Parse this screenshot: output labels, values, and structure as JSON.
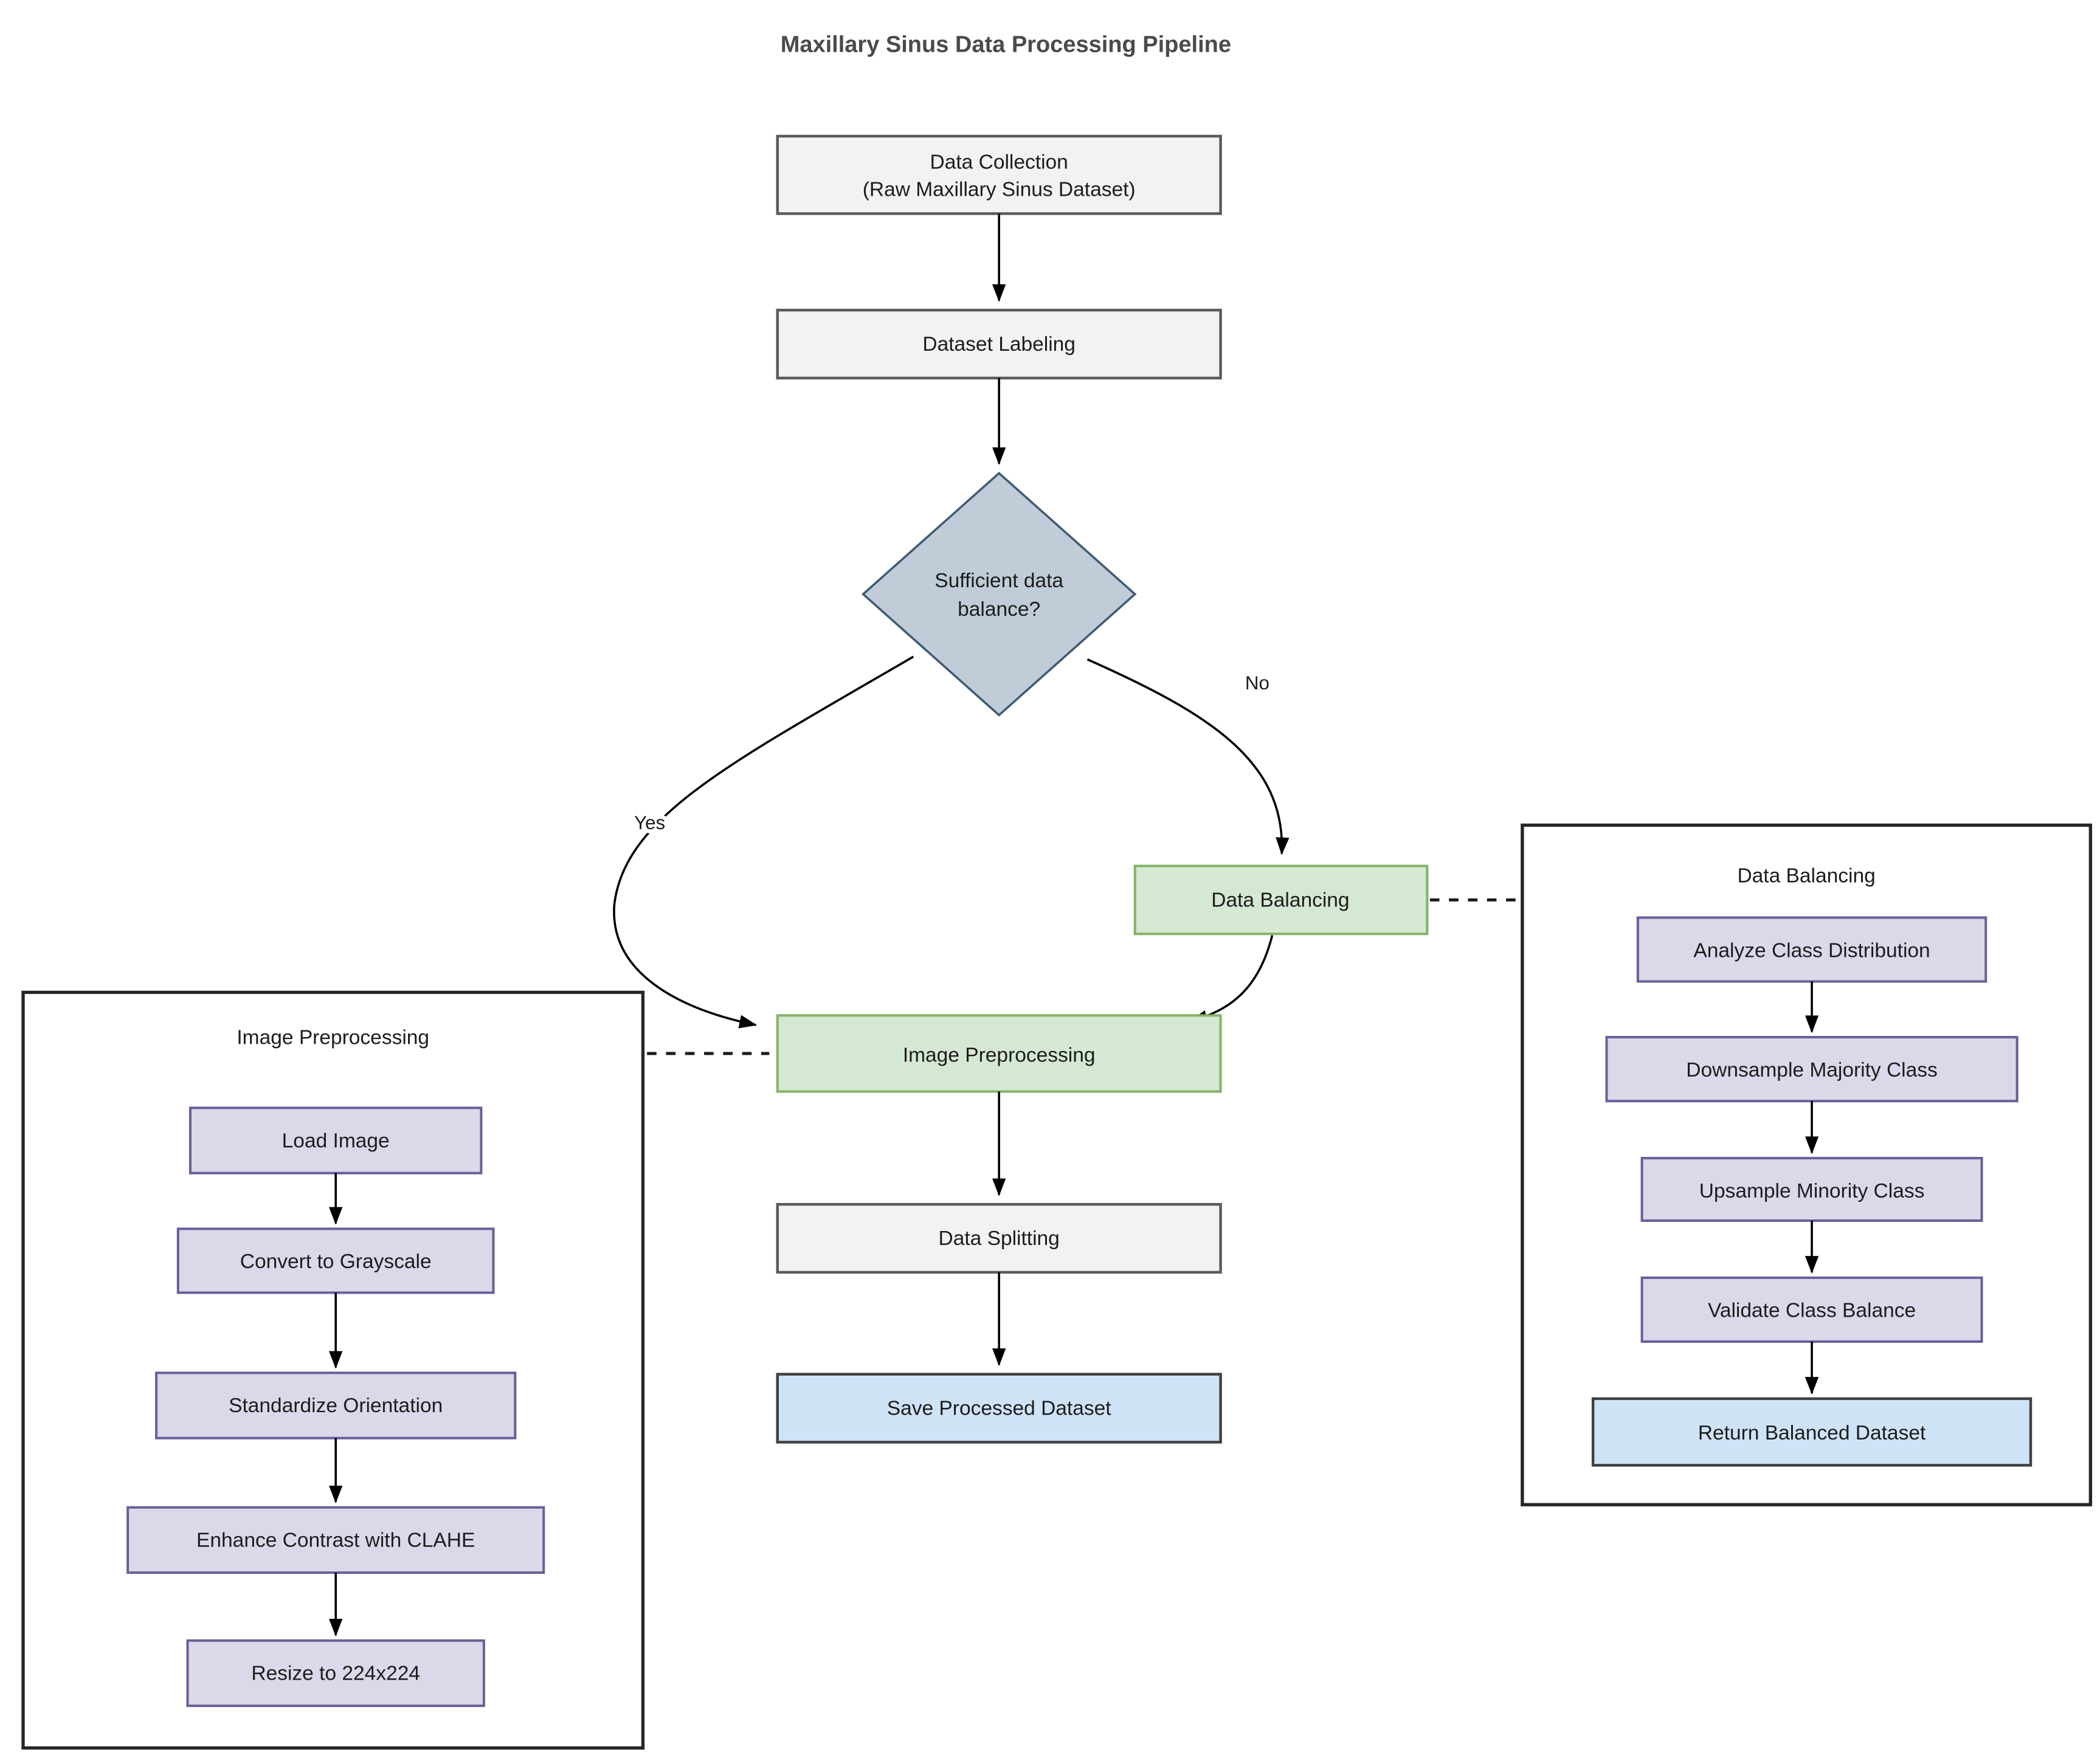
{
  "title": "Maxillary Sinus Data Processing Pipeline",
  "main_flow": {
    "data_collection": {
      "line1": "Data Collection",
      "line2": "(Raw Maxillary Sinus Dataset)"
    },
    "dataset_labeling": "Dataset Labeling",
    "decision": {
      "line1": "Sufficient data",
      "line2": "balance?"
    },
    "yes_label": "Yes",
    "no_label": "No",
    "data_balancing": "Data Balancing",
    "image_preprocessing": "Image Preprocessing",
    "data_splitting": "Data Splitting",
    "save_processed_dataset": "Save Processed Dataset"
  },
  "image_preprocessing_panel": {
    "title": "Image Preprocessing",
    "steps": [
      "Load Image",
      "Convert to Grayscale",
      "Standardize Orientation",
      "Enhance Contrast with CLAHE",
      "Resize to 224x224"
    ]
  },
  "data_balancing_panel": {
    "title": "Data Balancing",
    "steps": [
      "Analyze Class Distribution",
      "Downsample Majority Class",
      "Upsample Minority Class",
      "Validate Class Balance",
      "Return Balanced Dataset"
    ]
  },
  "colors": {
    "process_gray_fill": "#f2f2f2",
    "process_gray_border": "#5b5b5b",
    "highlight_green_fill": "#d5e8d4",
    "highlight_green_border": "#82b366",
    "step_purple_fill": "#dcd8ea",
    "step_purple_border": "#66609a",
    "terminal_blue_fill": "#cfe3f7",
    "terminal_blue_border": "#404040",
    "decision_diamond_fill": "#c0cdd8",
    "decision_diamond_border": "#3f5c73",
    "edge_black": "#000000",
    "title_gray": "#4a4a4a"
  }
}
